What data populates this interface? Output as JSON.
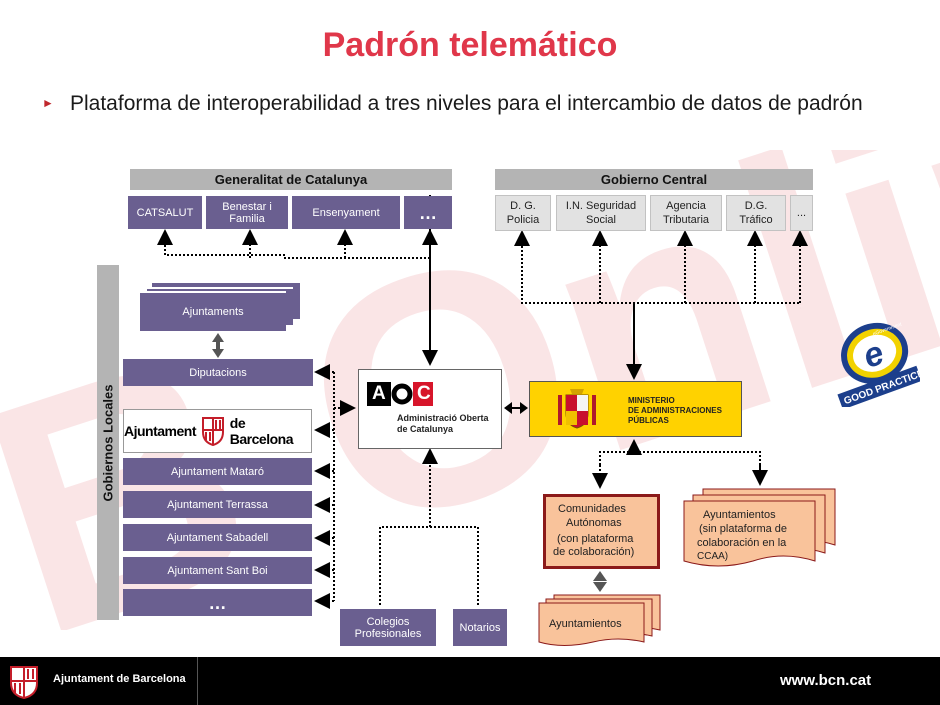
{
  "title": "Padrón telemático",
  "bullet": "Plataforma de interoperabilidad a tres niveles para el intercambio de datos de padrón",
  "generalitat": {
    "header": "Generalitat de Catalunya",
    "boxes": [
      "CATSALUT",
      "Benestar i Familia",
      "Ensenyament",
      "…"
    ]
  },
  "central": {
    "header": "Gobierno Central",
    "boxes": [
      "D. G. Policia",
      "I.N. Seguridad Social",
      "Agencia Tributaria",
      "D.G. Tráfico",
      "..."
    ]
  },
  "locales": {
    "header": "Gobiernos Locales",
    "ajuntaments": "Ajuntaments",
    "diputacions": "Diputacions",
    "barcelona_logo": {
      "left": "Ajuntament",
      "right": "de Barcelona"
    },
    "items": [
      "Ajuntament Mataró",
      "Ajuntament Terrassa",
      "Ajuntament Sabadell",
      "Ajuntament Sant Boi",
      "…"
    ]
  },
  "aoc": {
    "mark": "AOC",
    "line1": "Administració Oberta",
    "line2": "de Catalunya"
  },
  "ministerio": {
    "line1": "MINISTERIO",
    "line2": "DE ADMINISTRACIONES",
    "line3": "PÚBLICAS"
  },
  "comunidades": {
    "line1": "Comunidades",
    "line2": "Autónomas",
    "line3": "(con plataforma",
    "line4": "de colaboración)"
  },
  "ayuntamientos_sin": {
    "line1": "Ayuntamientos",
    "line2": "(sin plataforma de",
    "line3": "colaboración en la",
    "line4": "CCAA)"
  },
  "ayuntamientos": "Ayuntamientos",
  "colegios": "Colegios Profesionales",
  "notarios": "Notarios",
  "egov_badge": {
    "top": "eGovernment",
    "bottom": "GOOD PRACTICE",
    "letter": "e"
  },
  "watermark": "B Online",
  "footer": {
    "brand": "Ajuntament de Barcelona",
    "url": "www.bcn.cat"
  },
  "colors": {
    "title": "#e0374a",
    "purple": "#6a5f90",
    "orange": "#f9c39b",
    "yellow": "#ffd200",
    "grey": "#b4b4b4"
  }
}
